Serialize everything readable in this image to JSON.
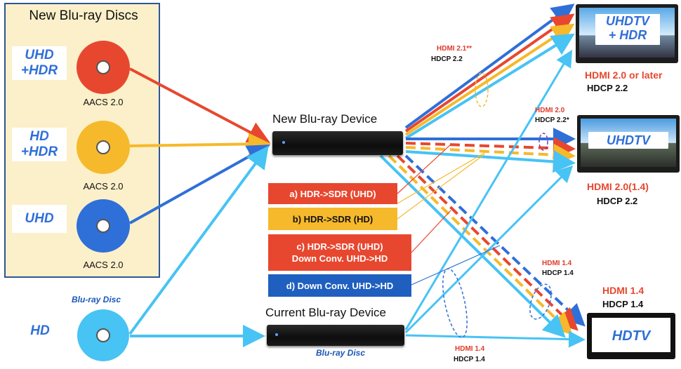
{
  "discs": {
    "title": "New Blu-ray Discs",
    "items": [
      {
        "label_line1": "UHD",
        "label_line2": "+HDR",
        "aacs": "AACS 2.0",
        "color": "#e8472f"
      },
      {
        "label_line1": "HD",
        "label_line2": "+HDR",
        "aacs": "AACS 2.0",
        "color": "#f6b92b"
      },
      {
        "label_line1": "UHD",
        "label_line2": "",
        "aacs": "AACS 2.0",
        "color": "#2f6fd8"
      }
    ],
    "legacy": {
      "label": "HD",
      "logo_text": "Blu-ray Disc",
      "color": "#47c3f4"
    }
  },
  "devices": {
    "new": {
      "title": "New Blu-ray Device"
    },
    "current": {
      "title": "Current Blu-ray Device",
      "logo_text": "Blu-ray Disc"
    }
  },
  "conversions": [
    {
      "text": "a) HDR->SDR (UHD)",
      "color": "#e8472f"
    },
    {
      "text": "b) HDR->SDR (HD)",
      "color": "#f6b92b"
    },
    {
      "line1": "c) HDR->SDR (UHD)",
      "line2": "Down Conv. UHD->HD",
      "color": "#e8472f"
    },
    {
      "text": "d) Down Conv. UHD->HD",
      "color": "#1f5fbf"
    }
  ],
  "tvs": {
    "uhdtv_hdr": {
      "line1": "UHDTV",
      "line2": "+ HDR",
      "hdmi": "HDMI 2.0 or later",
      "hdcp": "HDCP 2.2"
    },
    "uhdtv": {
      "label": "UHDTV",
      "hdmi": "HDMI 2.0(1.4)",
      "hdcp": "HDCP 2.2"
    },
    "hdtv": {
      "label": "HDTV",
      "hdmi": "HDMI 1.4",
      "hdcp": "HDCP 1.4"
    }
  },
  "annotations": [
    {
      "hdmi": "HDMI 2.1**",
      "hdcp": "HDCP 2.2"
    },
    {
      "hdmi": "HDMI 2.0",
      "hdcp": "HDCP 2.2*"
    },
    {
      "hdmi": "HDMI 1.4",
      "hdcp": "HDCP 1.4"
    },
    {
      "hdmi": "HDMI 1.4",
      "hdcp": "HDCP 1.4"
    }
  ],
  "colors": {
    "red": "#e8472f",
    "yellow": "#f6b92b",
    "blue": "#2f6fd8",
    "cyan": "#47c3f4",
    "panel_bg": "#fbf0c9"
  }
}
